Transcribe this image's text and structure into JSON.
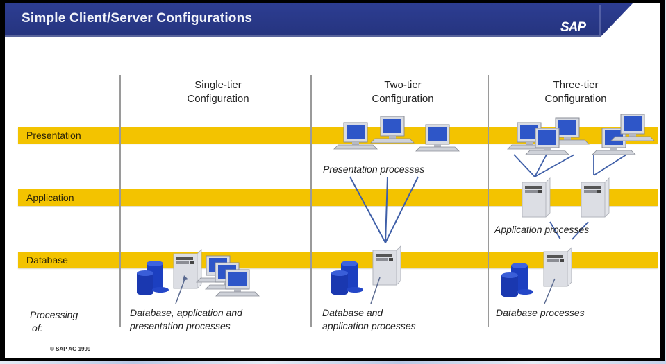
{
  "header": {
    "title": "Simple Client/Server Configurations",
    "logo": "SAP",
    "colors": {
      "banner": "#2a3a8c",
      "band": "#f3c300",
      "monitor_screen": "#2e56c8",
      "database": "#1c3fc0"
    }
  },
  "layers": [
    {
      "label": "Presentation"
    },
    {
      "label": "Application"
    },
    {
      "label": "Database"
    }
  ],
  "columns": [
    {
      "title_line1": "Single-tier",
      "title_line2": "Configuration",
      "caption_line1": "Database, application and",
      "caption_line2": "presentation processes"
    },
    {
      "title_line1": "Two-tier",
      "title_line2": "Configuration",
      "mid_caption": "Presentation processes",
      "caption_line1": "Database and",
      "caption_line2": "application processes"
    },
    {
      "title_line1": "Three-tier",
      "title_line2": "Configuration",
      "mid_caption": "Application processes",
      "caption_line1": "Database processes",
      "caption_line2": ""
    }
  ],
  "row_label": {
    "line1": "Processing",
    "line2": "of:"
  },
  "footer": {
    "copyright": "© SAP AG 1999"
  }
}
